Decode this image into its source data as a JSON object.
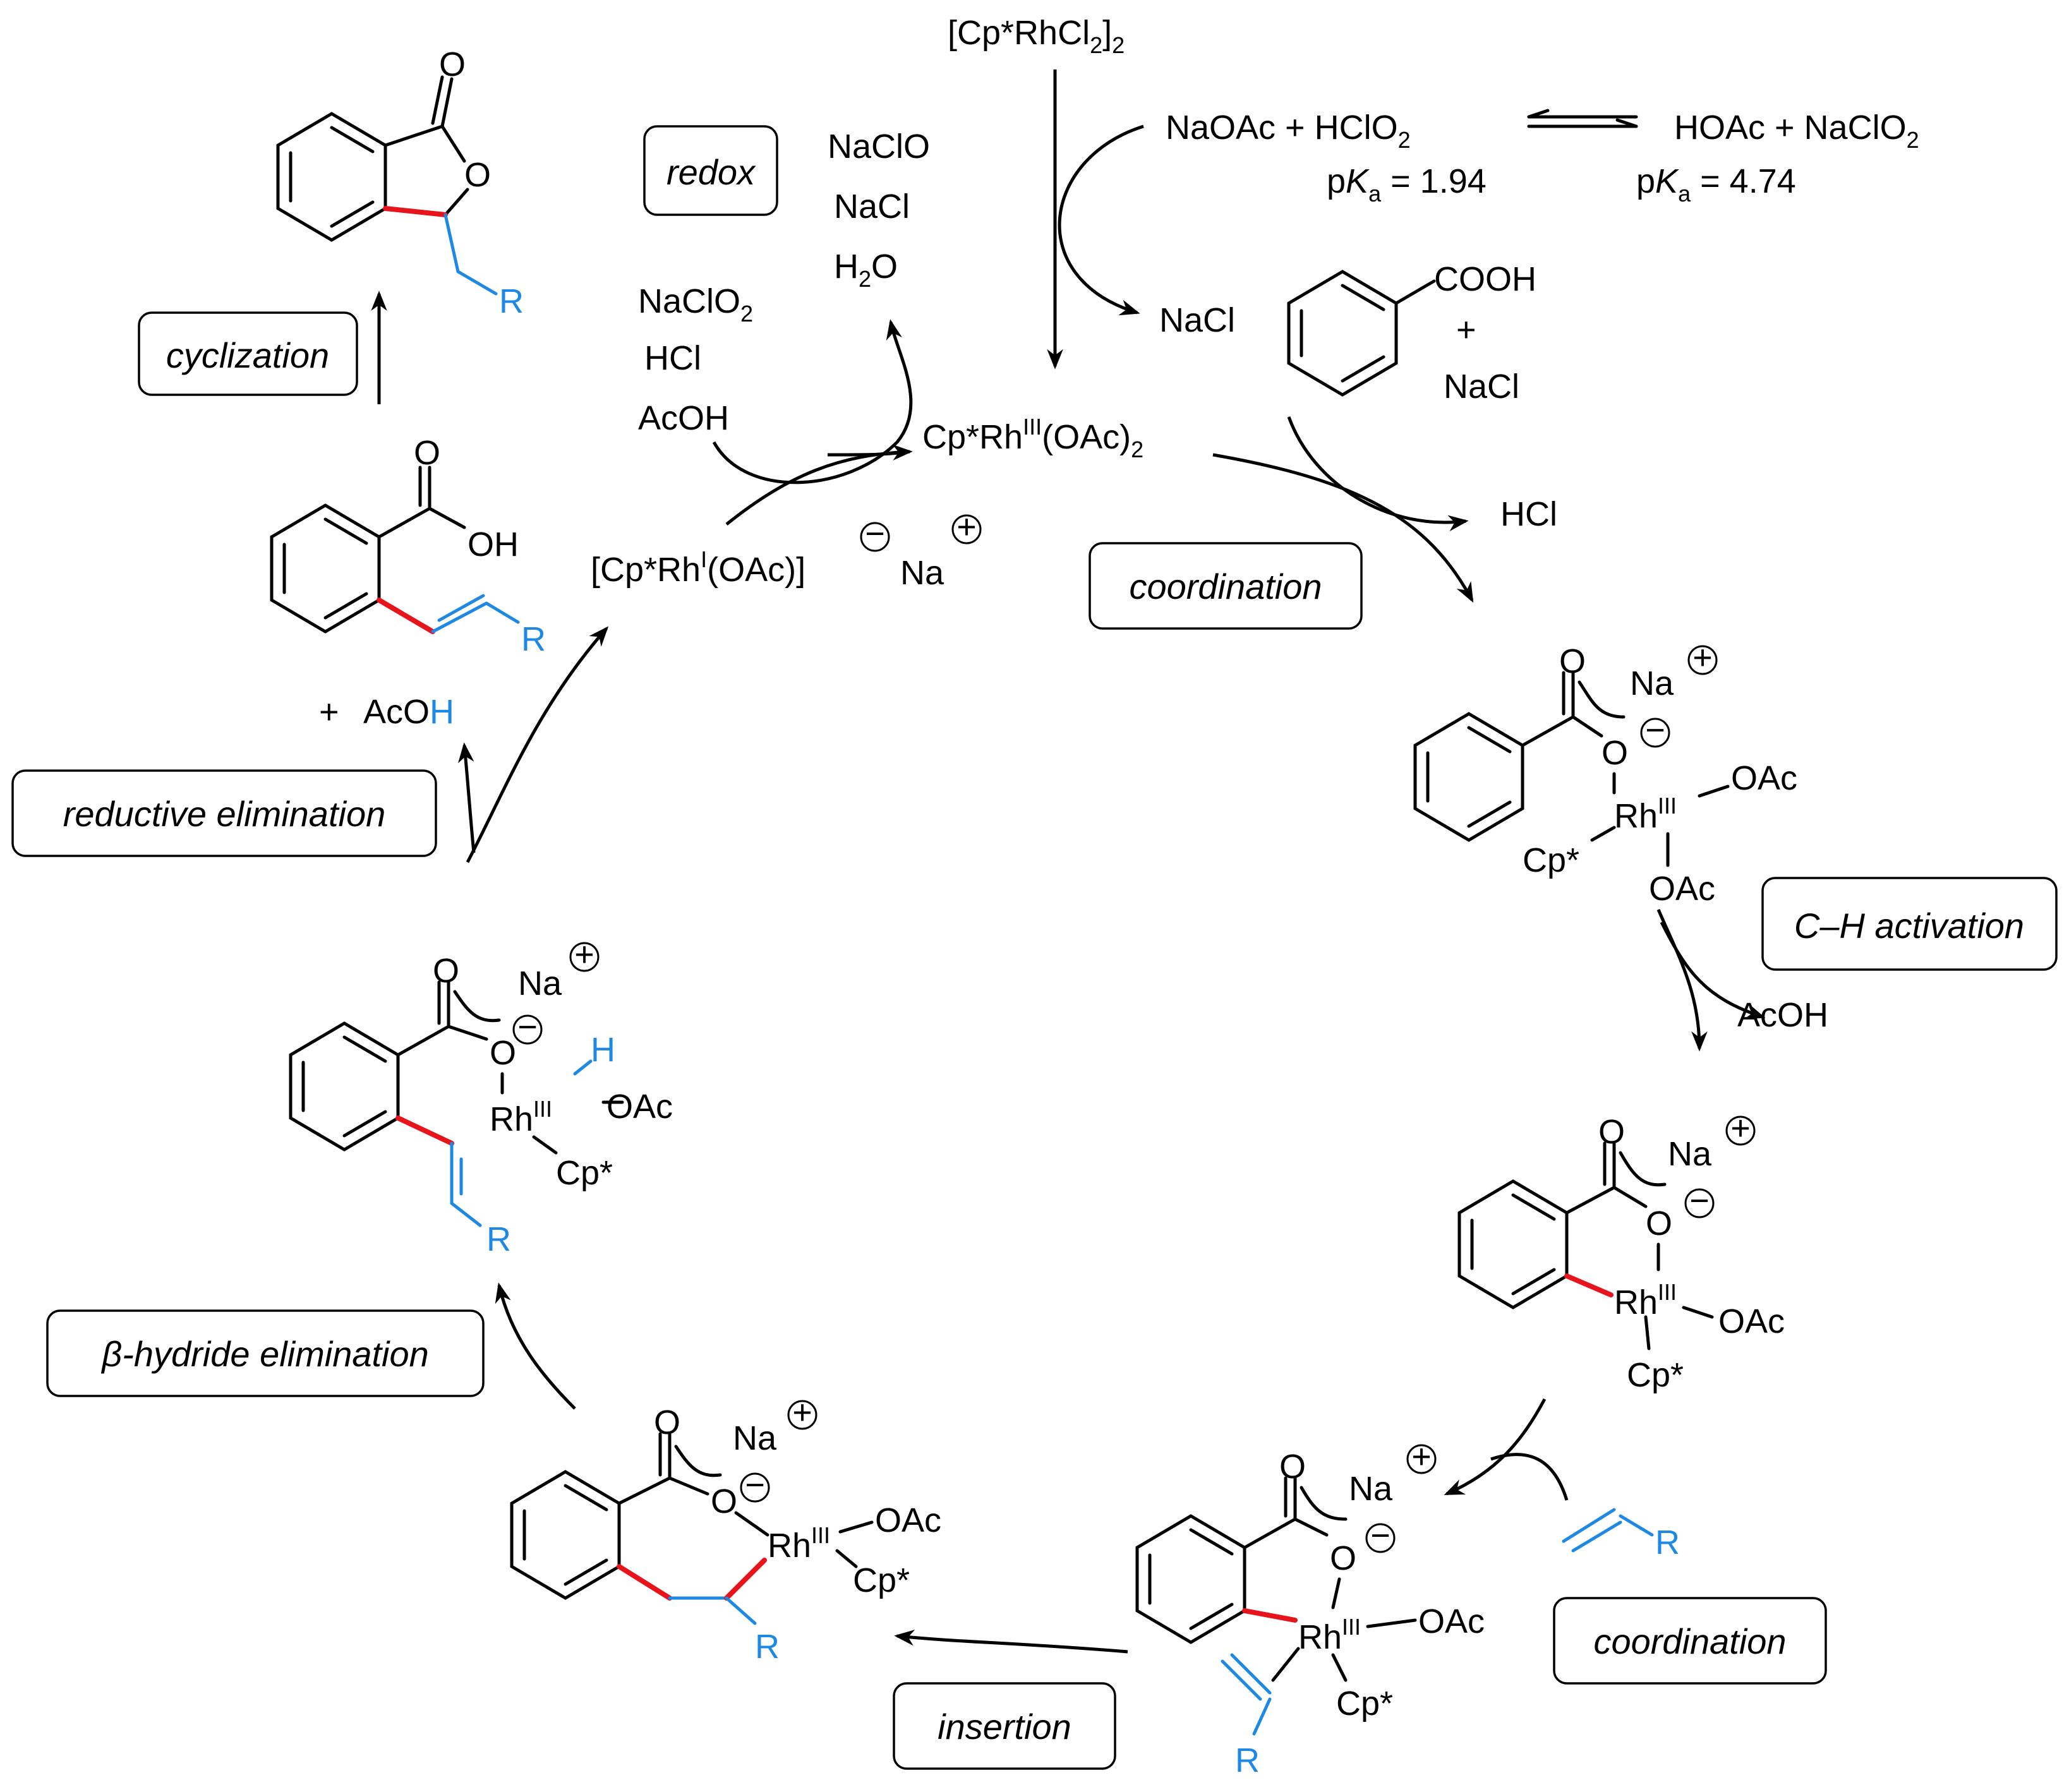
{
  "catalyst_precursor": "[Cp*RhCl",
  "catalyst_precursor_sub": "2",
  "catalyst_precursor_tail": "]",
  "catalyst_precursor_sub2": "2",
  "equilibrium": {
    "left": "NaOAc  +  HClO",
    "left_sub": "2",
    "right": "HOAc  +  NaClO",
    "right_sub": "2",
    "pka_left": "1.94",
    "pka_right": "4.74",
    "pka_p": "p",
    "pka_k": "K",
    "pka_a": "a",
    "pka_eq": " = "
  },
  "byproducts": {
    "nacl": "NaCl",
    "benzoic_cooh": "COOH",
    "plus": "+",
    "benzoic_nacl": "NaCl",
    "hcl": "HCl",
    "acoh": "AcOH"
  },
  "active_catalyst": {
    "main": "Cp*Rh",
    "ox": "III",
    "tail": "(OAc)",
    "sub": "2"
  },
  "reduced_catalyst": {
    "main": "[Cp*Rh",
    "ox": "I",
    "tail": "(OAc)]",
    "charge_minus": "−",
    "na": "Na",
    "charge_plus": "+"
  },
  "redox": {
    "box_label": "redox",
    "products": [
      "NaClO",
      "NaCl",
      "H"
    ],
    "h2o_sub": "2",
    "h2o_tail": "O",
    "reagents": [
      "NaClO",
      "HCl",
      "AcOH"
    ],
    "naclo2_sub": "2"
  },
  "steps": {
    "cyclization": "cyclization",
    "coordination_top": "coordination",
    "ch_activation": "C–H activation",
    "coordination_bottom": "coordination",
    "insertion": "insertion",
    "beta_hydride": "-hydride elimination",
    "beta_symbol": "β",
    "reductive_elimination": "reductive elimination"
  },
  "atoms": {
    "O": "O",
    "OH": "OH",
    "R": "R",
    "Na": "Na",
    "Rh": "Rh",
    "ox": "III",
    "OAc": "OAc",
    "Cp": "Cp*",
    "H": "H",
    "plus": "+",
    "minus": "−"
  },
  "reductive_products": {
    "plus": "+",
    "acoh": "AcO",
    "acoh_h": "H"
  },
  "colors": {
    "new_bond": "#E8141B",
    "alkene_fragment": "#1E88E5",
    "ink": "#000000"
  }
}
